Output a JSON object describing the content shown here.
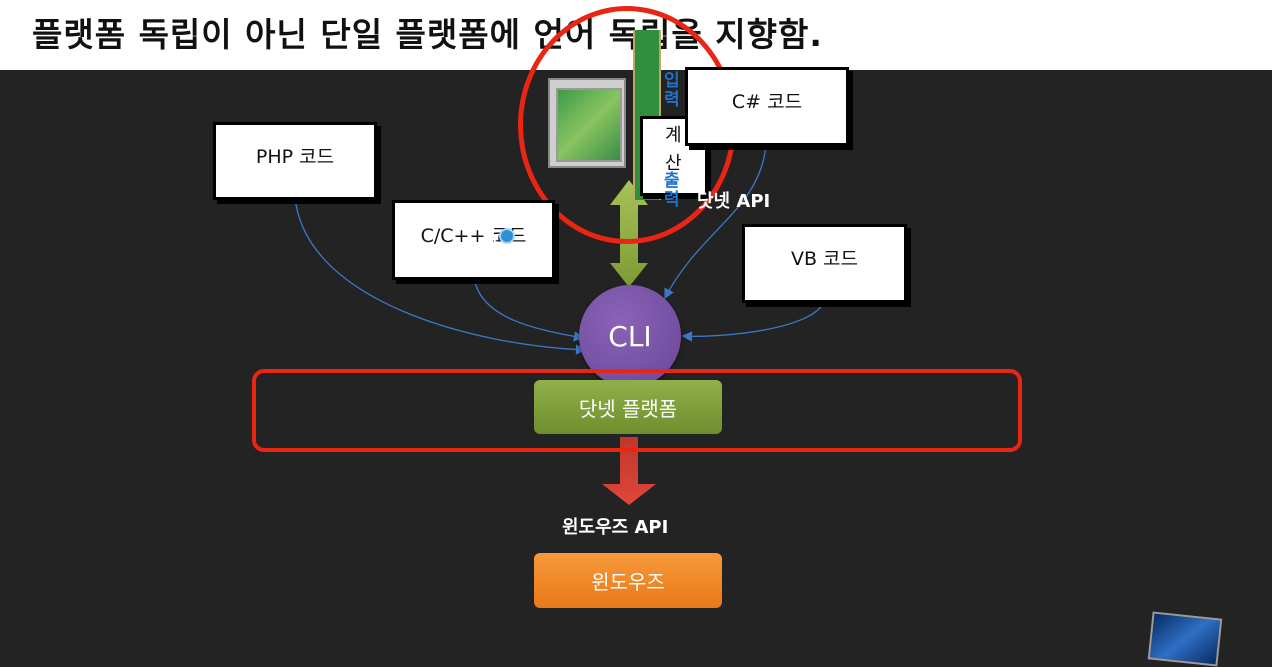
{
  "title": "플랫폼 독립이 아닌 단일 플랫폼에 언어 독립을 지향함.",
  "notes": {
    "php": "PHP 코드",
    "cpp": "C/C++ 코드",
    "csharp": "C# 코드",
    "vb": "VB 코드"
  },
  "cli": "CLI",
  "dotnet_api": "닷넷 API",
  "platform": "닷넷 플랫폼",
  "windows_api": "윈도우즈 API",
  "windows": "윈도우즈",
  "calc": {
    "line1": "계",
    "line2": "산",
    "top_vertical": "입력",
    "bottom_vertical": "출력"
  },
  "colors": {
    "background": "#232323",
    "accent_red": "#e82613",
    "cli_purple": "#7a55a8",
    "platform_green": "#7f9f3a",
    "windows_orange": "#f08a2a"
  }
}
